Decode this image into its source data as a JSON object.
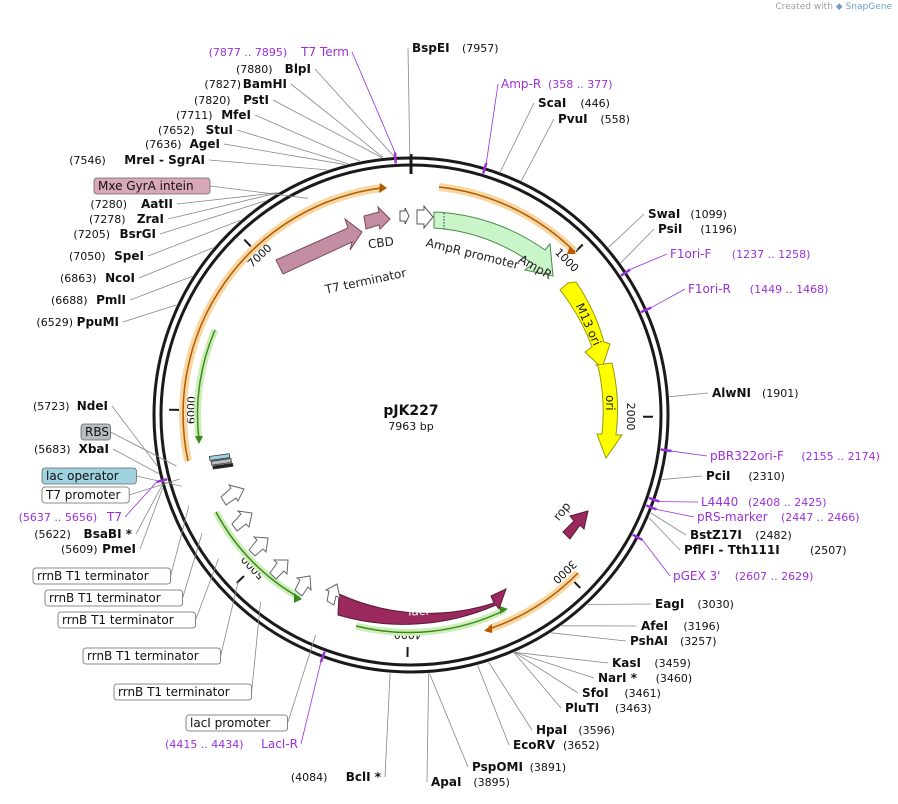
{
  "watermark": {
    "prefix": "Created with",
    "brand": "SnapGene"
  },
  "plasmid": {
    "name": "pJK227",
    "size": "7963 bp",
    "length": 7963
  },
  "ticks": [
    {
      "pos": 1000,
      "label": "1000"
    },
    {
      "pos": 2000,
      "label": "2000"
    },
    {
      "pos": 3000,
      "label": "3000"
    },
    {
      "pos": 4000,
      "label": "4000"
    },
    {
      "pos": 5000,
      "label": "5000"
    },
    {
      "pos": 6000,
      "label": "6000"
    },
    {
      "pos": 7000,
      "label": "7000"
    }
  ],
  "enzymes": [
    {
      "name": "BspEI",
      "pos": "(7957)",
      "side": "right",
      "anchor": 7957
    },
    {
      "name": "ScaI",
      "pos": "(446)",
      "side": "right",
      "anchor": 446
    },
    {
      "name": "PvuI",
      "pos": "(558)",
      "side": "right",
      "anchor": 558
    },
    {
      "name": "SwaI",
      "pos": "(1099)",
      "side": "right",
      "anchor": 1099
    },
    {
      "name": "PsiI",
      "pos": "(1196)",
      "side": "right",
      "anchor": 1196
    },
    {
      "name": "AlwNI",
      "pos": "(1901)",
      "side": "right",
      "anchor": 1901
    },
    {
      "name": "PciI",
      "pos": "(2310)",
      "side": "right",
      "anchor": 2310
    },
    {
      "name": "BstZ17I",
      "pos": "(2482)",
      "side": "right",
      "anchor": 2482
    },
    {
      "name": "PflFI - Tth111I",
      "pos": "(2507)",
      "side": "right",
      "anchor": 2507
    },
    {
      "name": "EagI",
      "pos": "(3030)",
      "side": "right",
      "anchor": 3030
    },
    {
      "name": "AfeI",
      "pos": "(3196)",
      "side": "right",
      "anchor": 3196
    },
    {
      "name": "PshAI",
      "pos": "(3257)",
      "side": "right",
      "anchor": 3257
    },
    {
      "name": "KasI",
      "pos": "(3459)",
      "side": "right",
      "anchor": 3459
    },
    {
      "name": "NarI *",
      "pos": "(3460)",
      "side": "right",
      "anchor": 3460
    },
    {
      "name": "SfoI",
      "pos": "(3461)",
      "side": "right",
      "anchor": 3461
    },
    {
      "name": "PluTI",
      "pos": "(3463)",
      "side": "right",
      "anchor": 3463
    },
    {
      "name": "HpaI",
      "pos": "(3596)",
      "side": "right",
      "anchor": 3596
    },
    {
      "name": "EcoRV",
      "pos": "(3652)",
      "side": "right",
      "anchor": 3652
    },
    {
      "name": "PspOMI",
      "pos": "(3891)",
      "side": "right",
      "anchor": 3891
    },
    {
      "name": "ApaI",
      "pos": "(3895)",
      "side": "right",
      "anchor": 3895
    },
    {
      "name": "BclI *",
      "pos": "(4084)",
      "side": "left",
      "anchor": 4084
    },
    {
      "name": "PmeI",
      "pos": "(5609)",
      "side": "left",
      "anchor": 5609
    },
    {
      "name": "BsaBI *",
      "pos": "(5622)",
      "side": "left",
      "anchor": 5622
    },
    {
      "name": "XbaI",
      "pos": "(5683)",
      "side": "left",
      "anchor": 5683
    },
    {
      "name": "NdeI",
      "pos": "(5723)",
      "side": "left",
      "anchor": 5723
    },
    {
      "name": "PpuMI",
      "pos": "(6529)",
      "side": "left",
      "anchor": 6529
    },
    {
      "name": "PmlI",
      "pos": "(6688)",
      "side": "left",
      "anchor": 6688
    },
    {
      "name": "NcoI",
      "pos": "(6863)",
      "side": "left",
      "anchor": 6863
    },
    {
      "name": "SpeI",
      "pos": "(7050)",
      "side": "left",
      "anchor": 7050
    },
    {
      "name": "BsrGI",
      "pos": "(7205)",
      "side": "left",
      "anchor": 7205
    },
    {
      "name": "ZraI",
      "pos": "(7278)",
      "side": "left",
      "anchor": 7278
    },
    {
      "name": "AatII",
      "pos": "(7280)",
      "side": "left",
      "anchor": 7280
    },
    {
      "name": "MreI - SgrAI",
      "pos": "(7546)",
      "side": "left",
      "anchor": 7546
    },
    {
      "name": "AgeI",
      "pos": "(7636)",
      "side": "left",
      "anchor": 7636
    },
    {
      "name": "StuI",
      "pos": "(7652)",
      "side": "left",
      "anchor": 7652
    },
    {
      "name": "MfeI",
      "pos": "(7711)",
      "side": "left",
      "anchor": 7711
    },
    {
      "name": "PstI",
      "pos": "(7820)",
      "side": "left",
      "anchor": 7820
    },
    {
      "name": "BamHI",
      "pos": "(7827)",
      "side": "left",
      "anchor": 7827
    },
    {
      "name": "BlpI",
      "pos": "(7880)",
      "side": "left",
      "anchor": 7880
    }
  ],
  "primers": [
    {
      "name": "Amp-R",
      "range": "(358 .. 377)",
      "side": "right",
      "anchor": 368
    },
    {
      "name": "F1ori-F",
      "range": "(1237 .. 1258)",
      "side": "right",
      "anchor": 1248
    },
    {
      "name": "F1ori-R",
      "range": "(1449 .. 1468)",
      "side": "right",
      "anchor": 1458
    },
    {
      "name": "pBR322ori-F",
      "range": "(2155 .. 2174)",
      "side": "right",
      "anchor": 2165
    },
    {
      "name": "L4440",
      "range": "(2408 .. 2425)",
      "side": "right",
      "anchor": 2416
    },
    {
      "name": "pRS-marker",
      "range": "(2447 .. 2466)",
      "side": "right",
      "anchor": 2456
    },
    {
      "name": "pGEX 3'",
      "range": "(2607 .. 2629)",
      "side": "right",
      "anchor": 2618
    },
    {
      "name": "LacI-R",
      "range": "(4415 .. 4434)",
      "side": "left",
      "anchor": 4425
    },
    {
      "name": "T7",
      "range": "(5637 .. 5656)",
      "side": "left",
      "anchor": 5646
    },
    {
      "name": "T7 Term",
      "range": "(7877 .. 7895)",
      "side": "left",
      "anchor": 7886
    }
  ],
  "boxed_features": [
    {
      "name": "Mxe GyrA intein",
      "fill": "#d8a7b9",
      "anchor": 7400
    },
    {
      "name": "RBS",
      "fill": "#b8bcc0",
      "anchor": 5700
    },
    {
      "name": "lac operator",
      "fill": "#9fd2df",
      "anchor": 5590
    },
    {
      "name": "T7 promoter",
      "fill": "#ffffff",
      "anchor": 5630
    },
    {
      "name": "rrnB T1 terminator",
      "fill": "#ffffff",
      "anchor": 5480
    },
    {
      "name": "rrnB T1 terminator",
      "fill": "#ffffff",
      "anchor": 5320
    },
    {
      "name": "rrnB T1 terminator",
      "fill": "#ffffff",
      "anchor": 5160
    },
    {
      "name": "rrnB T1 terminator",
      "fill": "#ffffff",
      "anchor": 5000
    },
    {
      "name": "rrnB T1 terminator",
      "fill": "#ffffff",
      "anchor": 4840
    },
    {
      "name": "lacI promoter",
      "fill": "#ffffff",
      "anchor": 4500
    }
  ],
  "inner_labels": [
    {
      "name": "CBD"
    },
    {
      "name": "T7 terminator"
    },
    {
      "name": "AmpR promoter"
    },
    {
      "name": "AmpR"
    },
    {
      "name": "M13 ori"
    },
    {
      "name": "ori"
    },
    {
      "name": "rop"
    },
    {
      "name": "lacI"
    }
  ],
  "colors": {
    "primer": "#9b30d9",
    "ampr": "#c9f5c9",
    "ori": "#ffff00",
    "lacI": "#9a2a5e",
    "intein": "#c08ea2",
    "orf_orange": "#f0b060",
    "orf_green": "#5da832"
  }
}
